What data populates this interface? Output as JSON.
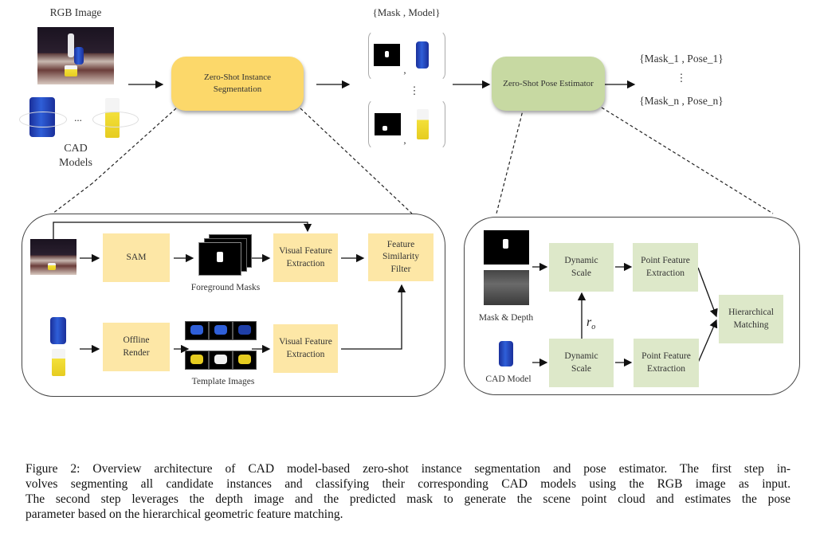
{
  "top_row": {
    "rgb_image_label": "RGB Image",
    "cad_models_label_line1": "CAD",
    "cad_models_label_line2": "Models",
    "ellipsis": "...",
    "segmentation_module": {
      "line1": "Zero-Shot Instance",
      "line2": "Segmentation",
      "color": "#fcd86a"
    },
    "mask_model_label": "{Mask , Model}",
    "pair_separator": ",",
    "vertical_ellipsis": "⋮",
    "pose_module": {
      "label": "Zero-Shot Pose Estimator",
      "color": "#c7d9a2"
    },
    "outputs": {
      "first": "{Mask_1 , Pose_1}",
      "ellipsis": "⋮",
      "last": "{Mask_n , Pose_n}"
    }
  },
  "segmentation_detail": {
    "sam": "SAM",
    "foreground_masks": "Foreground Masks",
    "visual_feature_top": {
      "line1": "Visual Feature",
      "line2": "Extraction"
    },
    "feature_similarity": {
      "line1": "Feature",
      "line2": "Similarity",
      "line3": "Filter"
    },
    "offline_render": {
      "line1": "Offline",
      "line2": "Render"
    },
    "template_images": "Template Images",
    "visual_feature_bottom": {
      "line1": "Visual Feature",
      "line2": "Extraction"
    },
    "box_color": "#fde7a6"
  },
  "pose_detail": {
    "mask_depth": "Mask & Depth",
    "cad_model": "CAD Model",
    "dynamic_scale_top": {
      "line1": "Dynamic",
      "line2": "Scale"
    },
    "dynamic_scale_bottom": {
      "line1": "Dynamic",
      "line2": "Scale"
    },
    "point_feature_top": {
      "line1": "Point Feature",
      "line2": "Extraction"
    },
    "point_feature_bottom": {
      "line1": "Point Feature",
      "line2": "Extraction"
    },
    "hierarchical": {
      "line1": "Hierarchical",
      "line2": "Matching"
    },
    "ro_symbol": "r",
    "ro_subscript": "o",
    "box_color": "#dde8c9"
  },
  "caption": {
    "line1": "Figure 2: Overview architecture of CAD model-based zero-shot instance segmentation and pose estimator. The first step in-",
    "line2": "volves segmenting all candidate instances and classifying their corresponding CAD models using the RGB image as input.",
    "line3": "The second step leverages the depth image and the predicted mask to generate the scene point cloud and estimates the pose",
    "line4": "parameter based on the hierarchical geometric feature matching."
  }
}
